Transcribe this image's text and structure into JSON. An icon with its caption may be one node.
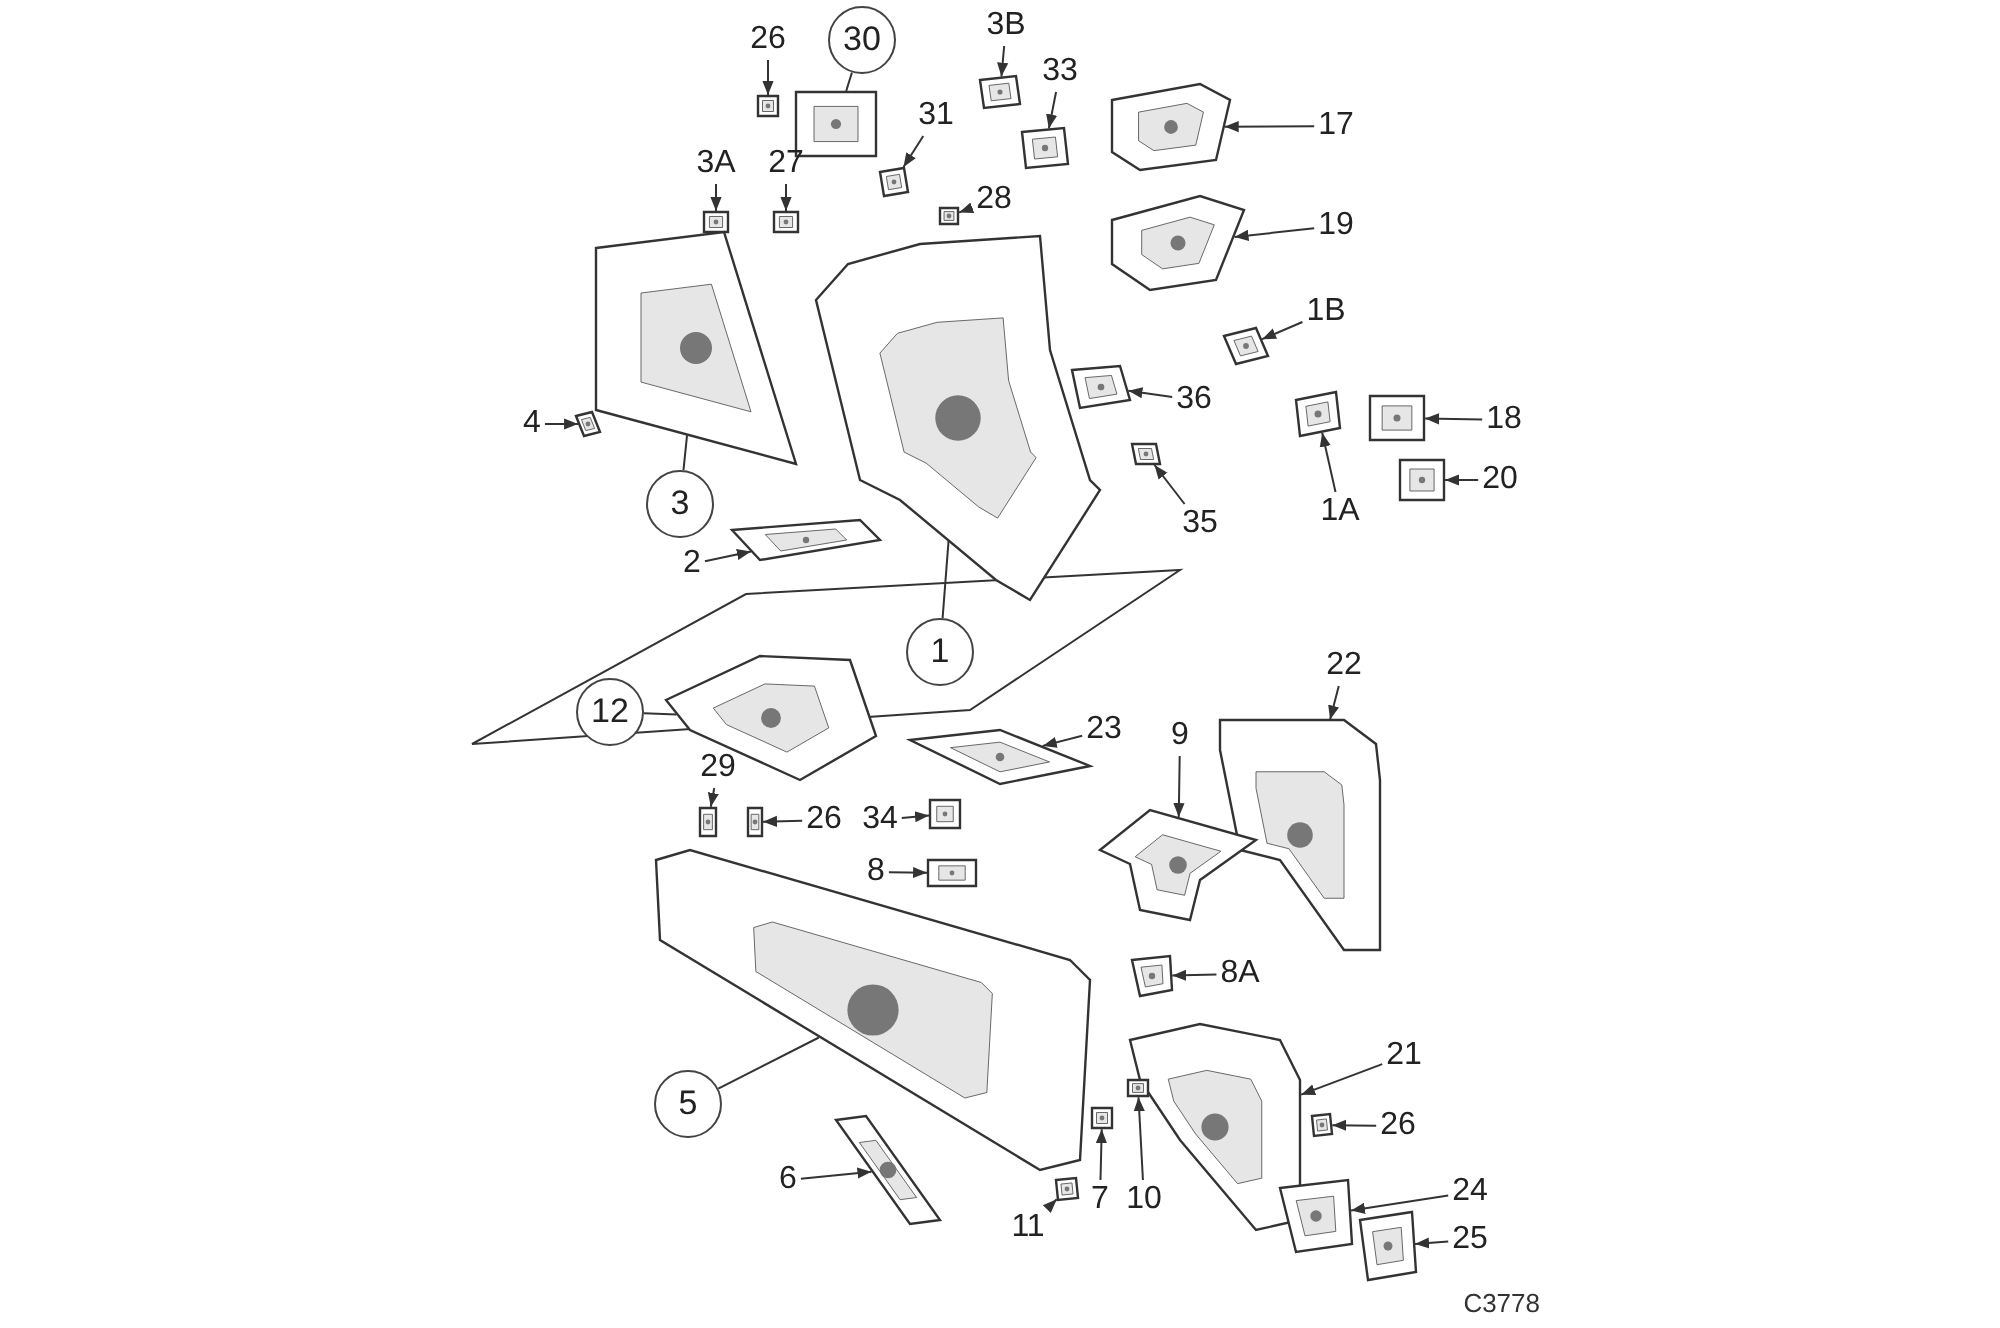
{
  "diagram": {
    "nodes": [
      {
        "text": [
          "26"
        ]
      },
      {
        "text": [
          "30"
        ]
      },
      {
        "text": [
          "3B"
        ]
      },
      {
        "text": [
          "33"
        ]
      },
      {
        "text": [
          "17"
        ]
      },
      {
        "text": [
          "31"
        ]
      },
      {
        "text": [
          "3A"
        ]
      },
      {
        "text": [
          "27"
        ]
      },
      {
        "text": [
          "28"
        ]
      },
      {
        "text": [
          "19"
        ]
      },
      {
        "text": [
          "1B"
        ]
      },
      {
        "text": [
          "18"
        ]
      },
      {
        "text": [
          "4"
        ]
      },
      {
        "text": [
          "36"
        ]
      },
      {
        "text": [
          "3"
        ]
      },
      {
        "text": [
          "35"
        ]
      },
      {
        "text": [
          "1A"
        ]
      },
      {
        "text": [
          "20"
        ]
      },
      {
        "text": [
          "2"
        ]
      },
      {
        "text": [
          "1"
        ]
      },
      {
        "text": [
          "22"
        ]
      },
      {
        "text": [
          "12"
        ]
      },
      {
        "text": [
          "23"
        ]
      },
      {
        "text": [
          "9"
        ]
      },
      {
        "text": [
          "29"
        ]
      },
      {
        "text": [
          "26"
        ]
      },
      {
        "text": [
          "34"
        ]
      },
      {
        "text": [
          "8"
        ]
      },
      {
        "text": [
          "8A"
        ]
      },
      {
        "text": [
          "5"
        ]
      },
      {
        "text": [
          "21"
        ]
      },
      {
        "text": [
          "26"
        ]
      },
      {
        "text": [
          "24"
        ]
      },
      {
        "text": [
          "25"
        ]
      },
      {
        "text": [
          "6"
        ]
      },
      {
        "text": [
          "11"
        ]
      },
      {
        "text": [
          "7"
        ]
      },
      {
        "text": [
          "10"
        ]
      },
      {
        "text": [],
        "shape": "picture"
      },
      {
        "text": [],
        "shape": "picture"
      },
      {
        "text": [],
        "shape": "picture"
      },
      {
        "text": [],
        "shape": "picture"
      },
      {
        "text": [],
        "shape": "picture"
      },
      {
        "text": [],
        "shape": "picture"
      },
      {
        "text": [],
        "shape": "picture"
      },
      {
        "text": [],
        "shape": "picture"
      },
      {
        "text": [],
        "shape": "picture"
      },
      {
        "text": [],
        "shape": "picture"
      },
      {
        "text": [],
        "shape": "picture"
      },
      {
        "text": [],
        "shape": "picture"
      },
      {
        "text": [],
        "shape": "picture"
      },
      {
        "text": [],
        "shape": "picture"
      },
      {
        "text": [],
        "shape": "picture"
      },
      {
        "text": [],
        "shape": "picture"
      },
      {
        "text": [],
        "shape": "picture"
      },
      {
        "text": [],
        "shape": "picture"
      },
      {
        "text": [],
        "shape": "picture"
      },
      {
        "text": [],
        "shape": "picture"
      },
      {
        "text": [],
        "shape": "picture"
      },
      {
        "text": [],
        "shape": "picture"
      },
      {
        "text": [],
        "shape": "picture"
      },
      {
        "text": [],
        "shape": "picture"
      },
      {
        "text": [],
        "shape": "picture"
      },
      {
        "text": [],
        "shape": "picture"
      },
      {
        "text": [],
        "shape": "picture"
      },
      {
        "text": [],
        "shape": "picture"
      },
      {
        "text": [],
        "shape": "picture"
      },
      {
        "text": [],
        "shape": "picture"
      },
      {
        "text": [],
        "shape": "picture"
      },
      {
        "text": [],
        "shape": "picture"
      },
      {
        "text": [],
        "shape": "picture"
      },
      {
        "text": [],
        "shape": "picture"
      },
      {
        "text": [],
        "shape": "picture"
      },
      {
        "text": [],
        "shape": "picture"
      },
      {
        "text": [],
        "shape": "picture"
      },
      {
        "text": [],
        "shape": "picture"
      }
    ],
    "edges": [
      {
        "from": 0,
        "to": 38,
        "arrow": "to"
      },
      {
        "from": 1,
        "to": 39,
        "arrow": "none"
      },
      {
        "from": 2,
        "to": 40,
        "arrow": "to"
      },
      {
        "from": 3,
        "to": 41,
        "arrow": "to"
      },
      {
        "from": 4,
        "to": 42,
        "arrow": "to"
      },
      {
        "from": 5,
        "to": 43,
        "arrow": "to"
      },
      {
        "from": 6,
        "to": 44,
        "arrow": "to"
      },
      {
        "from": 7,
        "to": 45,
        "arrow": "to"
      },
      {
        "from": 8,
        "to": 46,
        "arrow": "to"
      },
      {
        "from": 9,
        "to": 47,
        "arrow": "to"
      },
      {
        "from": 10,
        "to": 48,
        "arrow": "to"
      },
      {
        "from": 11,
        "to": 49,
        "arrow": "to"
      },
      {
        "from": 12,
        "to": 50,
        "arrow": "to"
      },
      {
        "from": 13,
        "to": 51,
        "arrow": "to"
      },
      {
        "from": 14,
        "to": 52,
        "arrow": "none"
      },
      {
        "from": 15,
        "to": 53,
        "arrow": "to"
      },
      {
        "from": 16,
        "to": 54,
        "arrow": "to"
      },
      {
        "from": 17,
        "to": 55,
        "arrow": "to"
      },
      {
        "from": 18,
        "to": 56,
        "arrow": "to"
      },
      {
        "from": 19,
        "to": 57,
        "arrow": "none"
      },
      {
        "from": 20,
        "to": 58,
        "arrow": "to"
      },
      {
        "from": 21,
        "to": 59,
        "arrow": "none"
      },
      {
        "from": 22,
        "to": 60,
        "arrow": "to"
      },
      {
        "from": 23,
        "to": 61,
        "arrow": "to"
      },
      {
        "from": 24,
        "to": 62,
        "arrow": "to"
      },
      {
        "from": 25,
        "to": 63,
        "arrow": "to"
      },
      {
        "from": 26,
        "to": 64,
        "arrow": "to"
      },
      {
        "from": 27,
        "to": 65,
        "arrow": "to"
      },
      {
        "from": 28,
        "to": 66,
        "arrow": "to"
      },
      {
        "from": 29,
        "to": 67,
        "arrow": "none"
      },
      {
        "from": 30,
        "to": 68,
        "arrow": "to"
      },
      {
        "from": 31,
        "to": 69,
        "arrow": "to"
      },
      {
        "from": 32,
        "to": 70,
        "arrow": "to"
      },
      {
        "from": 33,
        "to": 71,
        "arrow": "to"
      },
      {
        "from": 34,
        "to": 72,
        "arrow": "to"
      },
      {
        "from": 35,
        "to": 73,
        "arrow": "to"
      },
      {
        "from": 36,
        "to": 74,
        "arrow": "to"
      },
      {
        "from": 37,
        "to": 75,
        "arrow": "to"
      }
    ],
    "labels": [
      "C3778"
    ]
  }
}
